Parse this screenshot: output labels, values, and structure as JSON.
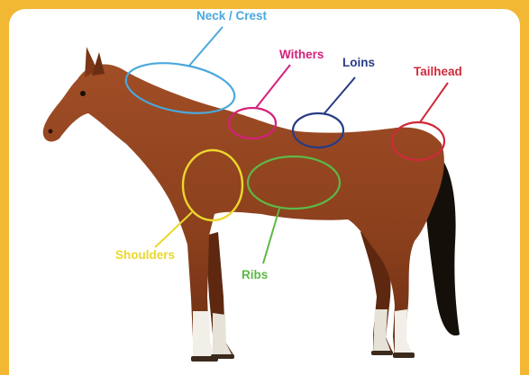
{
  "diagram": {
    "background_color": "#f2b733",
    "labels": {
      "neck_crest": {
        "text": "Neck / Crest",
        "color": "#4aa8dc"
      },
      "withers": {
        "text": "Withers",
        "color": "#d4207a"
      },
      "loins": {
        "text": "Loins",
        "color": "#283b86"
      },
      "tailhead": {
        "text": "Tailhead",
        "color": "#cf2a3a"
      },
      "shoulders": {
        "text": "Shoulders",
        "color": "#ecd72c"
      },
      "ribs": {
        "text": "Ribs",
        "color": "#5db847"
      }
    },
    "subject": "horse-side-profile"
  }
}
